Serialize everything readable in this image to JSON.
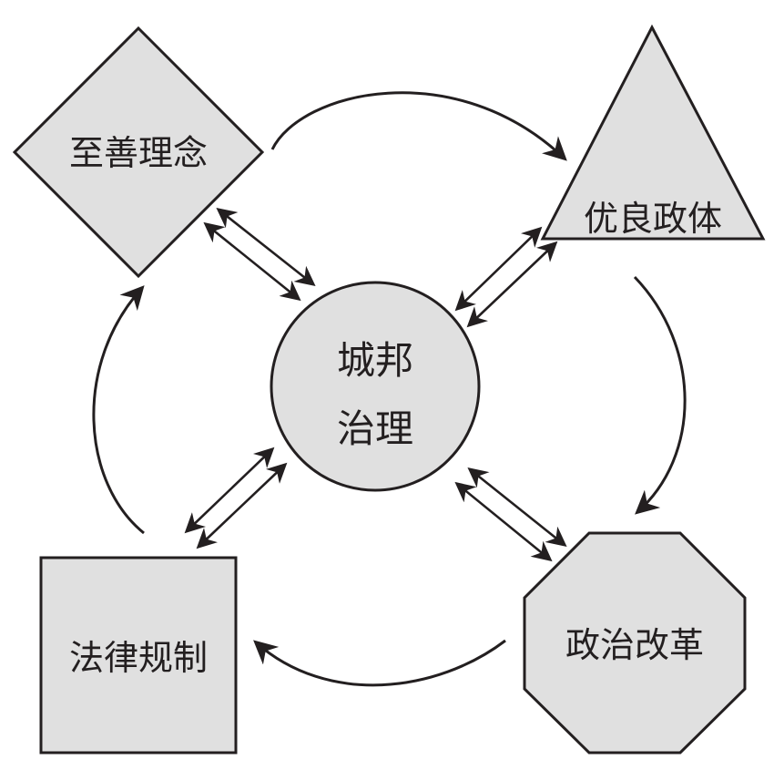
{
  "diagram": {
    "nodes": {
      "center": {
        "label_line1": "城邦",
        "label_line2": "治理",
        "shape": "circle"
      },
      "top_left": {
        "label": "至善理念",
        "shape": "diamond"
      },
      "top_right": {
        "label": "优良政体",
        "shape": "triangle"
      },
      "bottom_right": {
        "label": "政治改革",
        "shape": "octagon"
      },
      "bottom_left": {
        "label": "法律规制",
        "shape": "square"
      }
    },
    "cycle_edges": [
      {
        "from": "至善理念",
        "to": "优良政体",
        "type": "curved-arrow"
      },
      {
        "from": "优良政体",
        "to": "政治改革",
        "type": "curved-arrow"
      },
      {
        "from": "政治改革",
        "to": "法律规制",
        "type": "curved-arrow"
      },
      {
        "from": "法律规制",
        "to": "至善理念",
        "type": "curved-arrow"
      }
    ],
    "hub_edges": [
      {
        "between": [
          "城邦治理",
          "至善理念"
        ],
        "type": "double-headed-arrow-pair"
      },
      {
        "between": [
          "城邦治理",
          "优良政体"
        ],
        "type": "double-headed-arrow-pair"
      },
      {
        "between": [
          "城邦治理",
          "政治改革"
        ],
        "type": "double-headed-arrow-pair"
      },
      {
        "between": [
          "城邦治理",
          "法律规制"
        ],
        "type": "double-headed-arrow-pair"
      }
    ],
    "colors": {
      "fill": "#e0e0e0",
      "stroke": "#231f20",
      "background": "#ffffff"
    }
  }
}
